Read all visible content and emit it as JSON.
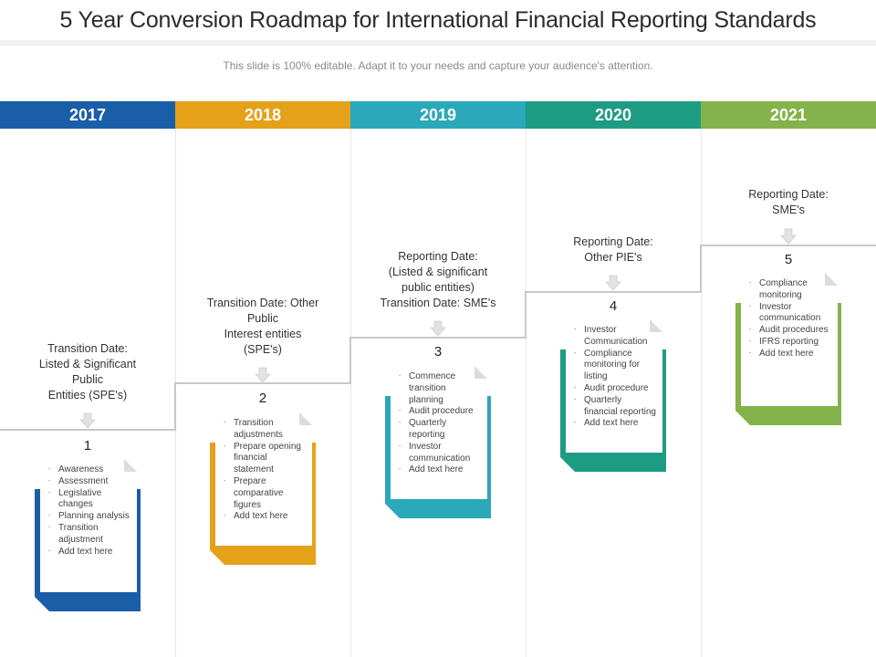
{
  "title": "5 Year Conversion Roadmap for International Financial Reporting Standards",
  "subtitle": "This slide is 100% editable. Adapt it to your needs and capture your audience's attention.",
  "years": [
    {
      "label": "2017",
      "color": "#1a5ea8"
    },
    {
      "label": "2018",
      "color": "#e5a11a"
    },
    {
      "label": "2019",
      "color": "#2ba8ba"
    },
    {
      "label": "2020",
      "color": "#1e9c83"
    },
    {
      "label": "2021",
      "color": "#83b34a"
    }
  ],
  "steps": [
    {
      "number": "1",
      "label_lines": [
        "Transition Date:",
        "Listed & Significant",
        "Public",
        "Entities (SPE's)"
      ],
      "color": "#1a5ea8",
      "items": [
        "Awareness",
        "Assessment",
        "Legislative changes",
        "Planning analysis",
        "Transition adjustment",
        "Add text here"
      ]
    },
    {
      "number": "2",
      "label_lines": [
        "Transition Date: Other",
        "Public",
        "Interest entities",
        "(SPE's)"
      ],
      "color": "#e5a11a",
      "items": [
        "Transition adjustments",
        "Prepare opening financial statement",
        "Prepare comparative figures",
        "Add text here"
      ]
    },
    {
      "number": "3",
      "label_lines": [
        "Reporting Date:",
        "(Listed & significant",
        "public entities)",
        "Transition Date: SME's"
      ],
      "color": "#2ba8ba",
      "items": [
        "Commence transition planning",
        "Audit procedure",
        "Quarterly reporting",
        "Investor communication",
        "Add text here"
      ]
    },
    {
      "number": "4",
      "label_lines": [
        "Reporting Date:",
        "Other PIE's"
      ],
      "color": "#1e9c83",
      "items": [
        "Investor Communication",
        "Compliance monitoring for listing",
        "Audit procedure",
        "Quarterly financial reporting",
        "Add text here"
      ]
    },
    {
      "number": "5",
      "label_lines": [
        "Reporting Date:",
        "SME's"
      ],
      "color": "#83b34a",
      "items": [
        "Compliance monitoring",
        "Investor communication",
        "Audit procedures",
        "IFRS reporting",
        "Add text here"
      ]
    }
  ]
}
